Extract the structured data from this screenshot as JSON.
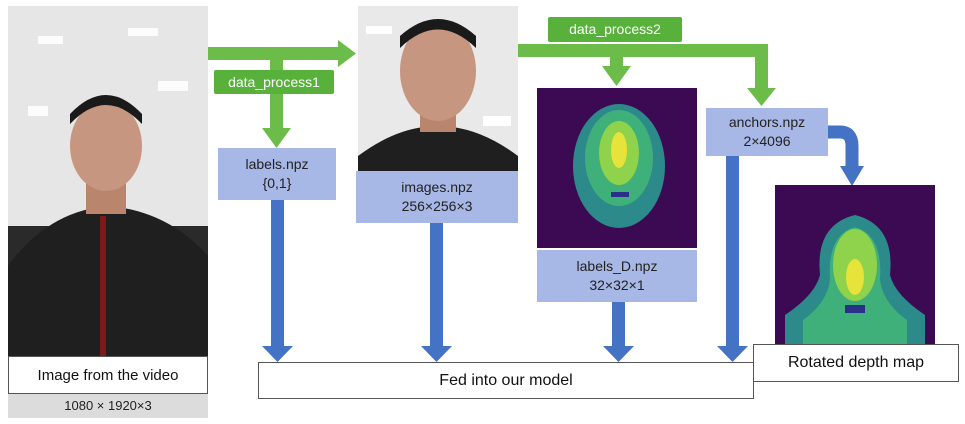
{
  "source": {
    "caption": "Image from the video",
    "dims": "1080 × 1920×3"
  },
  "steps": {
    "process1": "data_process1",
    "process2": "data_process2"
  },
  "labels_box": {
    "name": "labels.npz",
    "value": "{0,1}"
  },
  "images_box": {
    "name": "images.npz",
    "value": "256×256×3"
  },
  "labels_d_box": {
    "name": "labels_D.npz",
    "value": "32×32×1"
  },
  "anchors_box": {
    "name": "anchors.npz",
    "value": "2×4096"
  },
  "rotated_caption": "Rotated depth map",
  "model_caption": "Fed into our model",
  "colors": {
    "green_arrow": "#6cbc4a",
    "blue_arrow": "#4472c4",
    "label_fill": "#a7b7e6"
  }
}
